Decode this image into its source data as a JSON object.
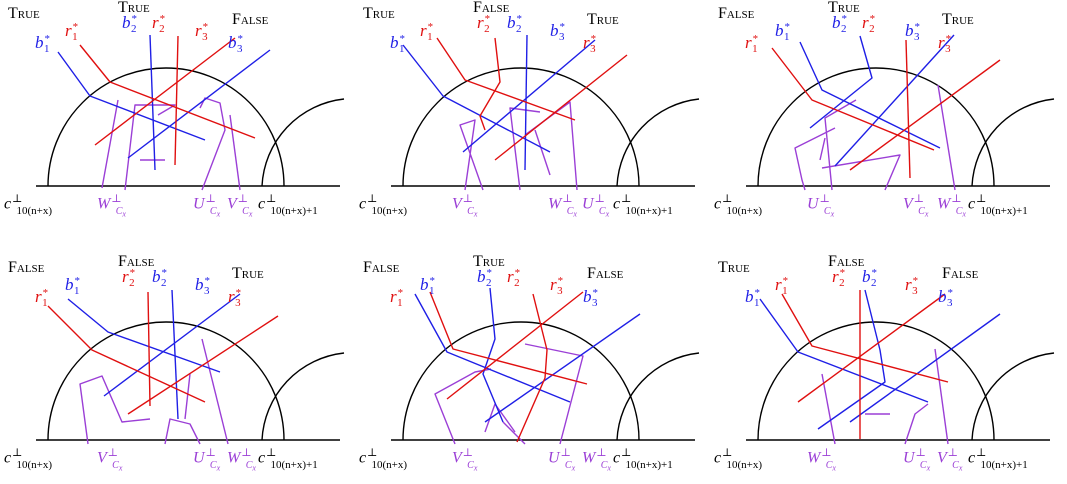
{
  "colors": {
    "blue": "#1f1fe6",
    "red": "#e01010",
    "purple": "#9b3fd6",
    "black": "#000000"
  },
  "panels": [
    {
      "literal_order": [
        "b1",
        "r1",
        "b2",
        "r2",
        "r3",
        "b3"
      ],
      "truth_values": [
        "True",
        "True",
        "False"
      ],
      "walk_labels": [
        "W",
        "U",
        "V"
      ]
    },
    {
      "literal_order": [
        "b1",
        "r1",
        "r2",
        "b2",
        "b3",
        "r3"
      ],
      "truth_values": [
        "True",
        "False",
        "True"
      ],
      "walk_labels": [
        "V",
        "W",
        "U"
      ]
    },
    {
      "literal_order": [
        "r1",
        "b1",
        "b2",
        "r2",
        "b3",
        "r3"
      ],
      "truth_values": [
        "False",
        "True",
        "True"
      ],
      "walk_labels": [
        "U",
        "V",
        "W"
      ]
    },
    {
      "literal_order": [
        "r1",
        "b1",
        "r2",
        "b2",
        "b3",
        "r3"
      ],
      "truth_values": [
        "False",
        "False",
        "True"
      ],
      "walk_labels": [
        "V",
        "U",
        "W"
      ]
    },
    {
      "literal_order": [
        "r1",
        "b1",
        "b2",
        "r2",
        "r3",
        "b3"
      ],
      "truth_values": [
        "False",
        "True",
        "False"
      ],
      "walk_labels": [
        "V",
        "U",
        "W"
      ]
    },
    {
      "literal_order": [
        "b1",
        "r1",
        "r2",
        "b2",
        "r3",
        "b3"
      ],
      "truth_values": [
        "True",
        "False",
        "False"
      ],
      "walk_labels": [
        "W",
        "U",
        "V"
      ]
    }
  ],
  "labels": {
    "b1": "b",
    "b2": "b",
    "b3": "b",
    "r1": "r",
    "r2": "r",
    "r3": "r",
    "star": "*",
    "idx1": "1",
    "idx2": "2",
    "idx3": "3",
    "walk_sub": "C",
    "walk_subsub": "x",
    "perp": "⊥",
    "c_left_sub": "10(n+x)",
    "c_right_sub": "10(n+x)+1",
    "c": "c"
  }
}
